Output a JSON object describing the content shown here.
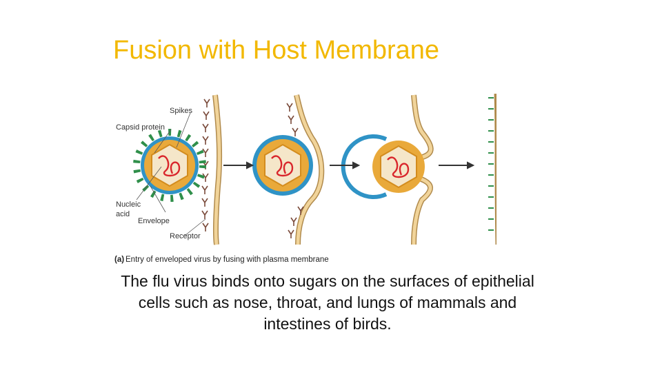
{
  "slide": {
    "title": "Fusion with Host Membrane",
    "body_text": "The flu virus binds onto sugars on the surfaces of epithelial cells such as nose, throat, and lungs of mammals and intestines of birds."
  },
  "figure": {
    "labels": {
      "spikes": "Spikes",
      "capsid_protein": "Capsid protein",
      "nucleic_acid_line1": "Nucleic",
      "nucleic_acid_line2": "acid",
      "envelope": "Envelope",
      "receptor": "Receptor"
    },
    "caption_letter": "(a)",
    "caption": "Entry of enveloped virus by fusing with plasma membrane"
  },
  "colors": {
    "title": "#f2b800",
    "membrane_fill": "#f1d49a",
    "membrane_stroke": "#b08a4c",
    "envelope": "#2f93c6",
    "spike": "#2f8f4a",
    "capsid": "#e9a93a",
    "capsid_dot": "#d38c1e",
    "nucleic_acid": "#d9262c",
    "receptor": "#7a4a3a",
    "arrow": "#333333"
  }
}
